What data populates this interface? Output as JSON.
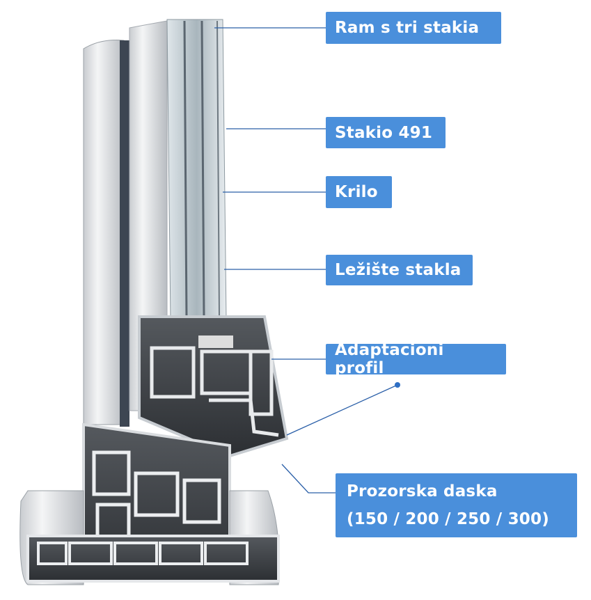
{
  "labels": {
    "frame": "Ram s tri stakia",
    "glass": "Stakio 491",
    "sash": "Krilo",
    "glass_bed": "Ležište stakla",
    "adapter": "Adaptacioni profil",
    "sill_title": "Prozorska daska",
    "sill_sizes": "(150 / 200 / 250 / 300)"
  },
  "colors": {
    "accent": "#4a8fdb",
    "leader": "#2a5fa8"
  }
}
